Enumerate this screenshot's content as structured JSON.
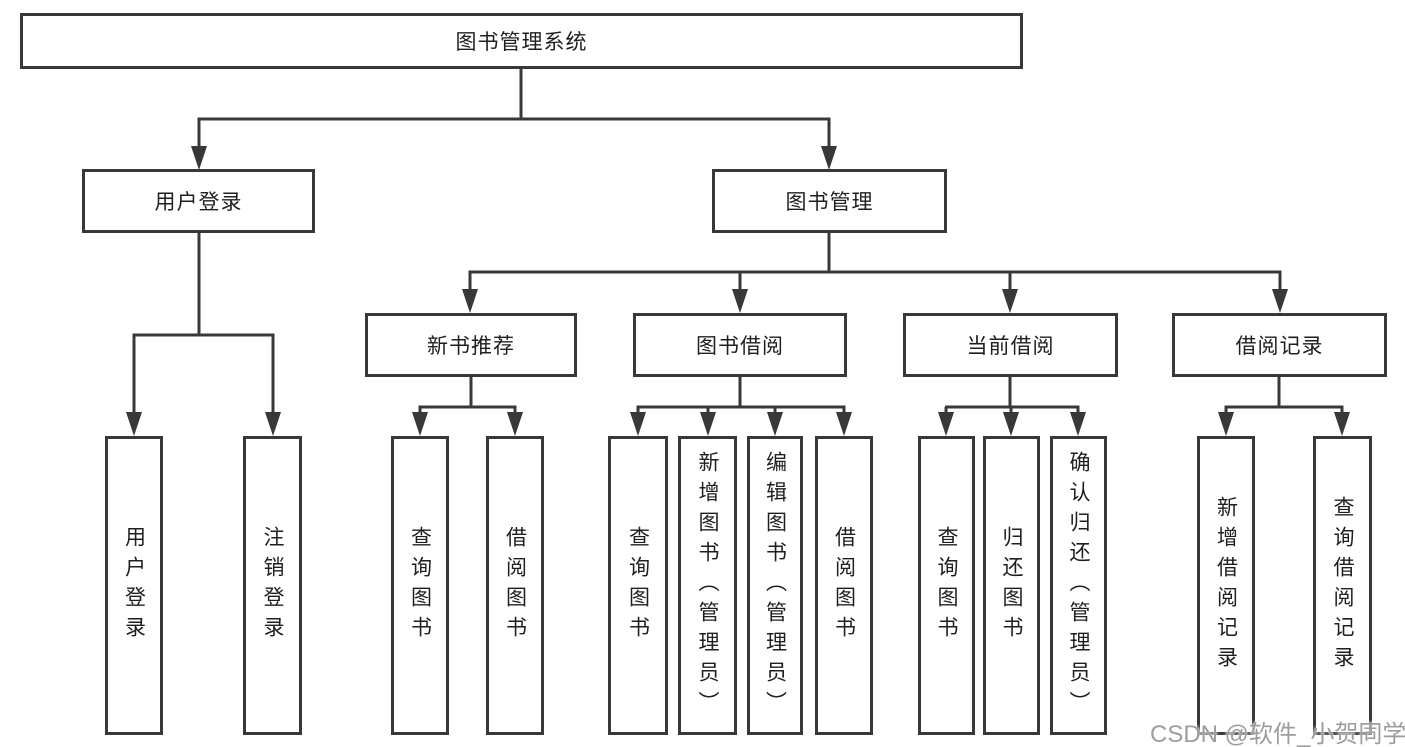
{
  "diagram": {
    "root": "图书管理系统",
    "branches": [
      {
        "label": "用户登录",
        "leaves": [
          "用户登录",
          "注销登录"
        ]
      },
      {
        "label": "图书管理",
        "groups": [
          {
            "label": "新书推荐",
            "leaves": [
              "查询图书",
              "借阅图书"
            ]
          },
          {
            "label": "图书借阅",
            "leaves": [
              "查询图书",
              "新增图书（管理员）",
              "编辑图书（管理员）",
              "借阅图书"
            ]
          },
          {
            "label": "当前借阅",
            "leaves": [
              "查询图书",
              "归还图书",
              "确认归还（管理员）"
            ]
          },
          {
            "label": "借阅记录",
            "leaves": [
              "新增借阅记录",
              "查询借阅记录"
            ]
          }
        ]
      }
    ]
  },
  "watermark": "CSDN @软件_小贺同学",
  "colors": {
    "line": "#383838",
    "text": "#1f1f1f",
    "watermark": "#9d9d9d",
    "background": "#ffffff"
  }
}
